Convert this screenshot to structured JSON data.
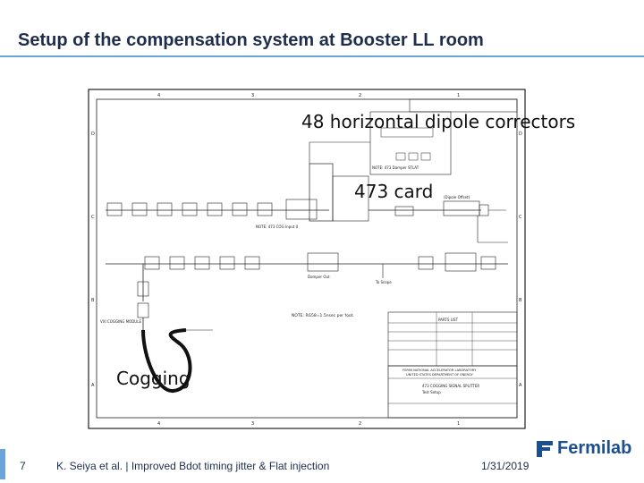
{
  "slide": {
    "title": "Setup of the compensation system at Booster LL room",
    "page_number": "7",
    "citation": "K. Seiya et al. | Improved Bdot timing jitter & Flat injection",
    "date": "1/31/2019",
    "logo_text": "Fermilab"
  },
  "annotations": {
    "dipole": "48 horizontal dipole correctors",
    "card": "473 card",
    "cogging": "Cogging"
  },
  "drawing": {
    "zone_numbers_top": [
      "4",
      "3",
      "2",
      "1"
    ],
    "zone_numbers_bottom": [
      "4",
      "3",
      "2",
      "1"
    ],
    "zone_letters_left": [
      "D",
      "C",
      "B",
      "A"
    ],
    "zone_letters_right": [
      "D",
      "C",
      "B",
      "A"
    ],
    "note_damper": "NOTE: 473 Damper STLAT",
    "note_cog": "NOTE: 473 COG Input 0",
    "note_length": "NOTE: RG58=1.5nsec per foot.",
    "module_label": "VXI COGGING MODULE",
    "parts_list_title": "PARTS LIST",
    "title_block_org": "FERMI NATIONAL ACCELERATOR LABORATORY",
    "title_block_dept": "UNITED STATES DEPARTMENT OF ENERGY",
    "title_block_name": "473 COGGING SIGNAL SPLITTER",
    "title_block_sub": "Test Setup",
    "label_to_scope": "To Scope",
    "label_damper": "Damper Out",
    "label_dipole_offset": "(Dipole Offset)",
    "colors": {
      "title": "#1f2d4d",
      "accent_rule": "#6aa4d8",
      "logo": "#1c4f8c",
      "drawing_line": "#222222"
    }
  }
}
